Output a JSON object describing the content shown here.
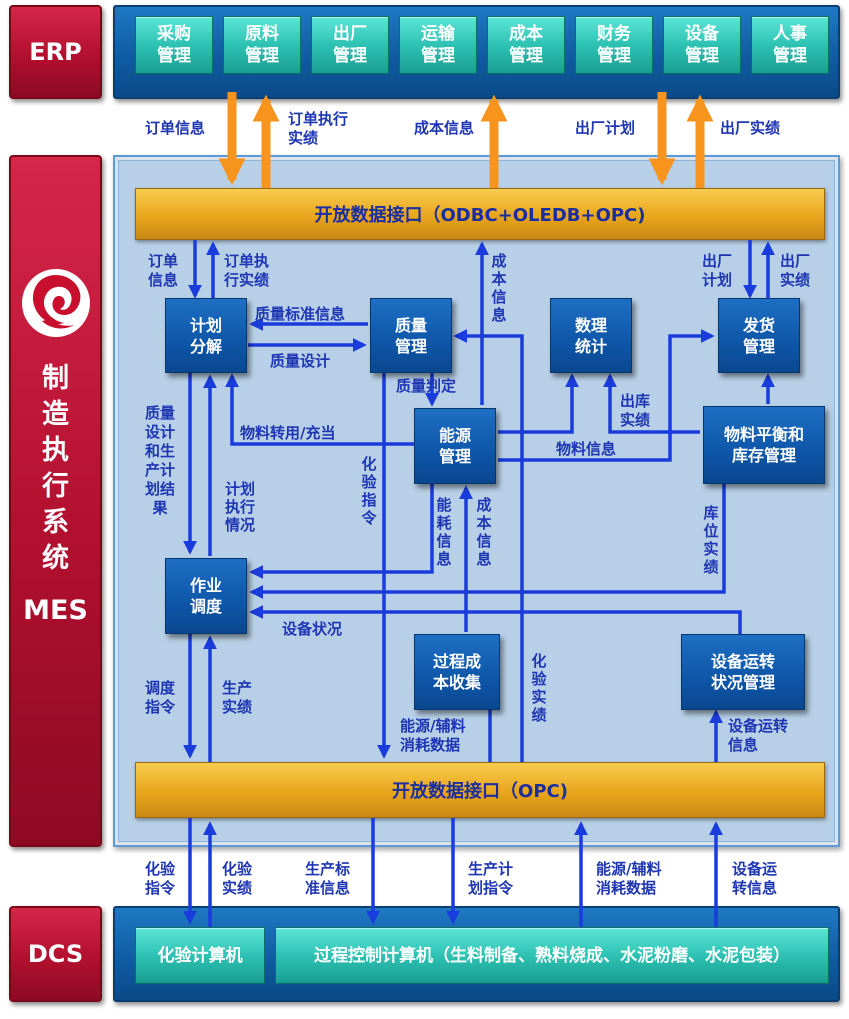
{
  "labels": {
    "erp": "ERP",
    "dcs": "DCS",
    "mes_cn": "制造执行系统",
    "mes_en": "MES"
  },
  "erp_modules": [
    {
      "l1": "采购",
      "l2": "管理"
    },
    {
      "l1": "原料",
      "l2": "管理"
    },
    {
      "l1": "出厂",
      "l2": "管理"
    },
    {
      "l1": "运输",
      "l2": "管理"
    },
    {
      "l1": "成本",
      "l2": "管理"
    },
    {
      "l1": "财务",
      "l2": "管理"
    },
    {
      "l1": "设备",
      "l2": "管理"
    },
    {
      "l1": "人事",
      "l2": "管理"
    }
  ],
  "erp_flows": {
    "order_info": "订单信息",
    "order_exec_1": "订单执行",
    "order_exec_2": "实绩",
    "cost_info": "成本信息",
    "ship_plan": "出厂计划",
    "ship_result": "出厂实绩"
  },
  "bars": {
    "top": "开放数据接口（ODBC+OLEDB+OPC)",
    "bottom": "开放数据接口（OPC)"
  },
  "nodes": {
    "plan_1": "计划",
    "plan_2": "分解",
    "quality_1": "质量",
    "quality_2": "管理",
    "stats_1": "数理",
    "stats_2": "统计",
    "ship_1": "发货",
    "ship_2": "管理",
    "energy_1": "能源",
    "energy_2": "管理",
    "balance_1": "物料平衡和",
    "balance_2": "库存管理",
    "dispatch_1": "作业",
    "dispatch_2": "调度",
    "proc_cost_1": "过程成",
    "proc_cost_2": "本收集",
    "equip_1": "设备运转",
    "equip_2": "状况管理"
  },
  "mes_flows": {
    "order_info_1": "订单",
    "order_info_2": "信息",
    "order_exec_1": "订单执",
    "order_exec_2": "行实绩",
    "quality_std": "质量标准信息",
    "quality_design": "质量设计",
    "cost_info_v": "成本信息",
    "ship_plan_1": "出厂",
    "ship_plan_2": "计划",
    "ship_result_1": "出厂",
    "ship_result_2": "实绩",
    "quality_judge": "质量判定",
    "out_result_1": "出库",
    "out_result_2": "实绩",
    "material_transfer": "物料转用/充当",
    "material_info": "物料信息",
    "quality_plan_result": "质量设计和生产计划结果",
    "plan_exec": "计划执行情况",
    "lab_cmd": "化验指令",
    "energy_info": "能耗信息",
    "cost_info_v2": "成本信息",
    "stock_result": "库位实绩",
    "equip_status": "设备状况",
    "lab_result": "化验实绩",
    "dispatch_cmd_1": "调度",
    "dispatch_cmd_2": "指令",
    "prod_result_1": "生产",
    "prod_result_2": "实绩",
    "consume_1": "能源/辅料",
    "consume_2": "消耗数据",
    "equip_info_1": "设备运转",
    "equip_info_2": "信息"
  },
  "dcs_flows": {
    "lab_cmd_1": "化验",
    "lab_cmd_2": "指令",
    "lab_result_1": "化验",
    "lab_result_2": "实绩",
    "std_info_1": "生产标",
    "std_info_2": "准信息",
    "prod_plan_1": "生产计",
    "prod_plan_2": "划指令",
    "consume_1": "能源/辅料",
    "consume_2": "消耗数据",
    "equip_info_1": "设备运",
    "equip_info_2": "转信息"
  },
  "dcs_modules": {
    "lab_computer": "化验计算机",
    "process_computer": "过程控制计算机（生料制备、熟料烧成、水泥粉磨、水泥包装）"
  },
  "colors": {
    "arrow_orange": "#f7941d",
    "arrow_blue": "#1a3cdc",
    "erp_red": "#b2102f",
    "module_teal": "#2ec2b3",
    "bar_gold": "#e9a51c",
    "node_blue": "#0e56a8"
  },
  "icons": {
    "logo": "dragon-logo-icon"
  }
}
